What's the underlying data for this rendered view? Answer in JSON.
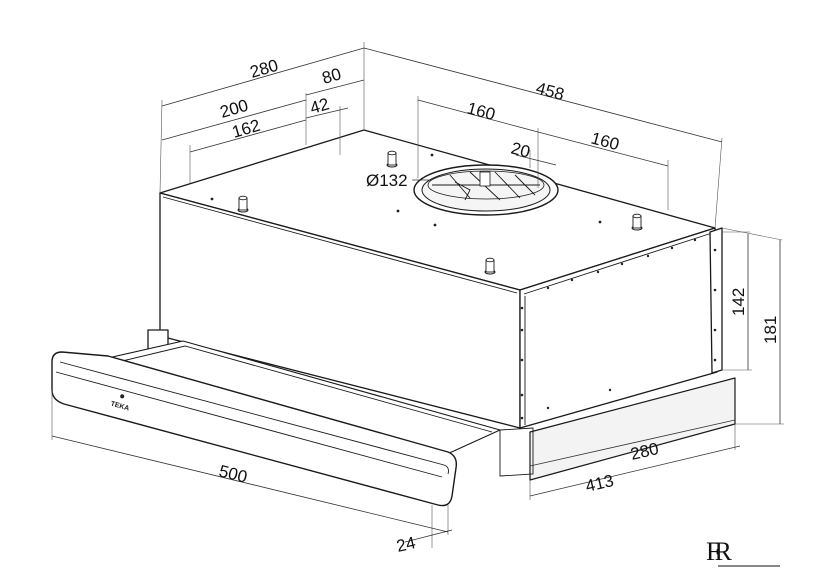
{
  "diagram": {
    "dimensions": {
      "total_depth": "458",
      "upper_depth": "280",
      "offset_80": "80",
      "dim_200": "200",
      "dim_42": "42",
      "dim_162": "162",
      "outlet_left": "160",
      "outlet_right": "160",
      "outlet_offset": "20",
      "outlet_diameter": "Ø132",
      "height_body": "142",
      "height_total": "181",
      "front_width": "500",
      "bottom_depth": "280",
      "bottom_width": "413",
      "front_offset": "24"
    },
    "brand_mark": "TEKA",
    "logo": "FR"
  }
}
